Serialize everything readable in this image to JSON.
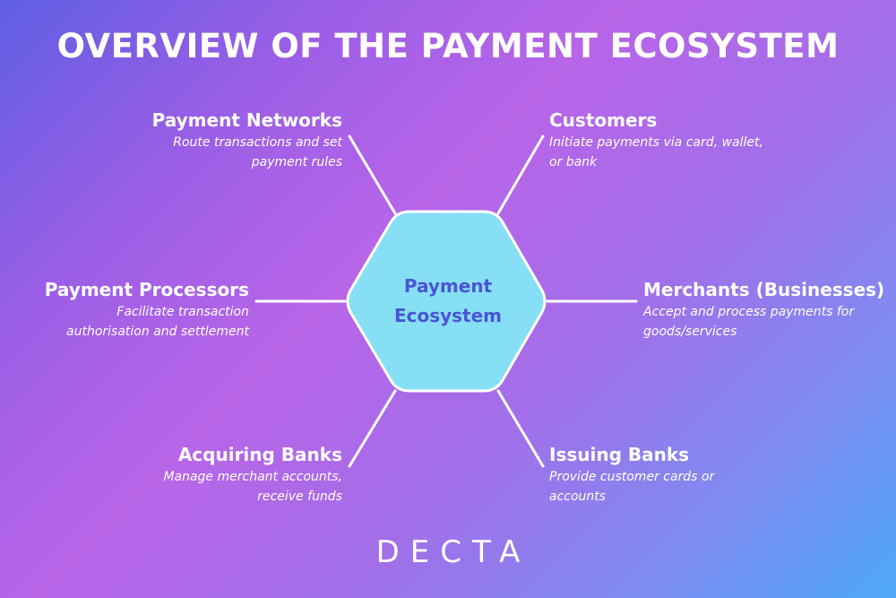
{
  "title": "OVERVIEW OF THE PAYMENT ECOSYSTEM",
  "center": {
    "line1": "Payment",
    "line2": "Ecosystem"
  },
  "nodes": {
    "payment_networks": {
      "title": "Payment Networks",
      "desc_line1": "Route transactions and set",
      "desc_line2": "payment rules"
    },
    "customers": {
      "title": "Customers",
      "desc_line1": "Initiate payments via card, wallet,",
      "desc_line2": "or bank"
    },
    "payment_processors": {
      "title": "Payment Processors",
      "desc_line1": "Facilitate transaction",
      "desc_line2": "authorisation and settlement"
    },
    "merchants": {
      "title": "Merchants (Businesses)",
      "desc_line1": "Accept and process payments for",
      "desc_line2": "goods/services"
    },
    "acquiring_banks": {
      "title": "Acquiring Banks",
      "desc_line1": "Manage merchant accounts,",
      "desc_line2": "receive funds"
    },
    "issuing_banks": {
      "title": "Issuing Banks",
      "desc_line1": "Provide customer cards or",
      "desc_line2": "accounts"
    }
  },
  "brand": "DECTA",
  "colors": {
    "hexagon_fill": "#86dff5",
    "hexagon_stroke": "#ffffff",
    "center_text": "#4a54d6",
    "connector": "#ffffff",
    "text": "#ffffff"
  }
}
